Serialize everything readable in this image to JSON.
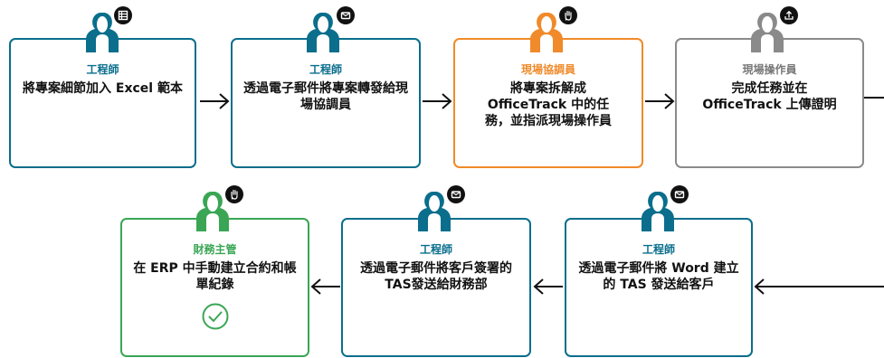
{
  "colors": {
    "teal": "#0a6e8c",
    "orange": "#f08a2a",
    "gray": "#8a8a8a",
    "green": "#3aa655"
  },
  "steps": [
    {
      "role": "工程師",
      "task": "將專案細節加入 Excel 範本",
      "badge_icon": "table-icon"
    },
    {
      "role": "工程師",
      "task": "透過電子郵件將專案轉發給現場協調員",
      "badge_icon": "mail-icon"
    },
    {
      "role": "現場協調員",
      "task": "將專案拆解成 OfficeTrack 中的任務，並指派現場操作員",
      "badge_icon": "hand-icon"
    },
    {
      "role": "現場操作員",
      "task": "完成任務並在 OfficeTrack 上傳證明",
      "badge_icon": "upload-icon"
    },
    {
      "role": "工程師",
      "task": "透過電子郵件將 Word 建立的 TAS 發送給客戶",
      "badge_icon": "mail-icon"
    },
    {
      "role": "工程師",
      "task": "透過電子郵件將客戶簽署的TAS發送給財務部",
      "badge_icon": "mail-icon"
    },
    {
      "role": "財務主管",
      "task": "在 ERP 中手動建立合約和帳單紀錄",
      "badge_icon": "hand-icon",
      "status_icon": "check-circle-icon"
    }
  ]
}
